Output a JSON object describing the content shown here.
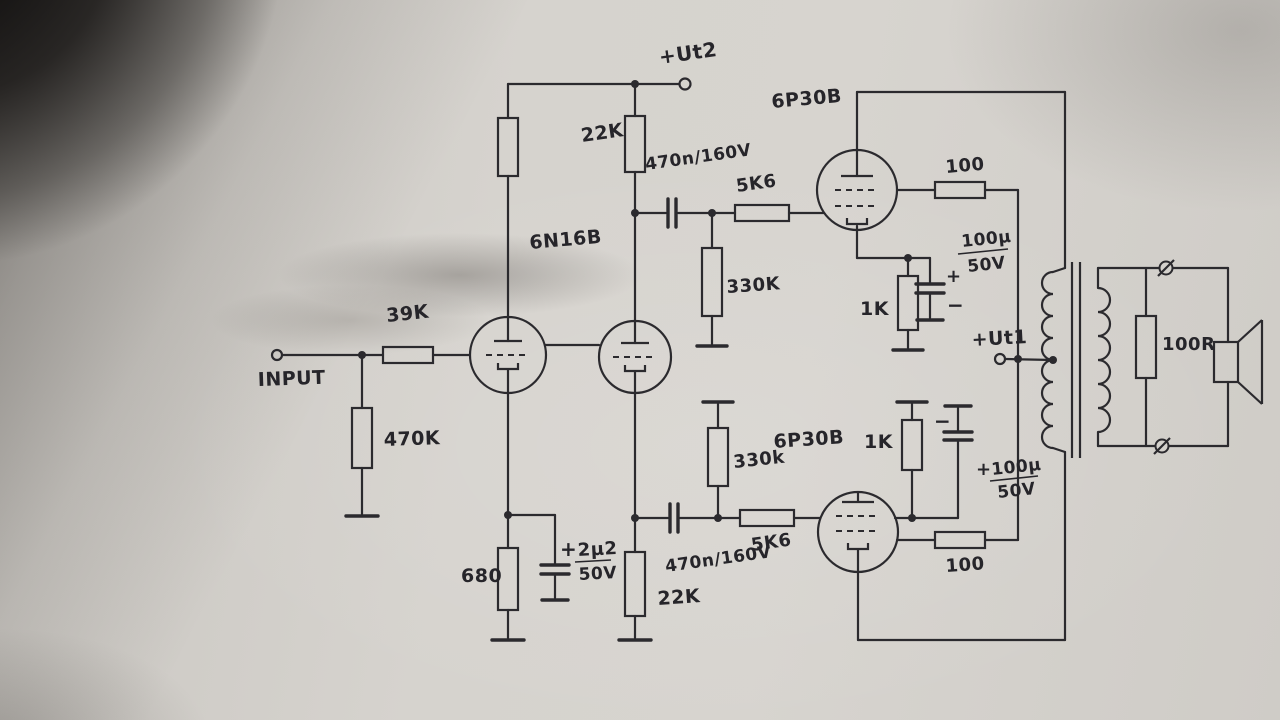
{
  "meta": {
    "type": "hand-drawn-schematic",
    "description": "Hand-drawn push-pull vacuum tube amplifier schematic on photographed paper"
  },
  "icons": {
    "phase_terminal_top": "slashed-circle",
    "phase_terminal_bottom": "slashed-circle"
  },
  "labels": {
    "input": "INPUT",
    "ut2": "+Ut2",
    "ut1": "+Ut1",
    "driver_tube": "6N16B",
    "output_tube_top": "6P30B",
    "output_tube_bottom": "6P30B",
    "r39k": "39K",
    "r470k": "470K",
    "r680": "680",
    "c2u2": "2µ2",
    "c2u2_volt": "50V",
    "r22k_top": "22K",
    "r22k_bottom": "22K",
    "coupling_top": "470n/160V",
    "coupling_bottom": "470n/160V",
    "r5k6_top": "5K6",
    "r5k6_bottom": "5K6",
    "r330k_top": "330K",
    "r330k_bottom": "330k",
    "r1k_top": "1K",
    "r1k_bottom": "1K",
    "c100u_top": "100µ",
    "c100u_top_volt": "50V",
    "c100u_bottom": "100µ",
    "c100u_bottom_volt": "50V",
    "r100_top": "100",
    "r100_bottom": "100",
    "r_load": "100R",
    "plus": "+",
    "minus": "−"
  }
}
